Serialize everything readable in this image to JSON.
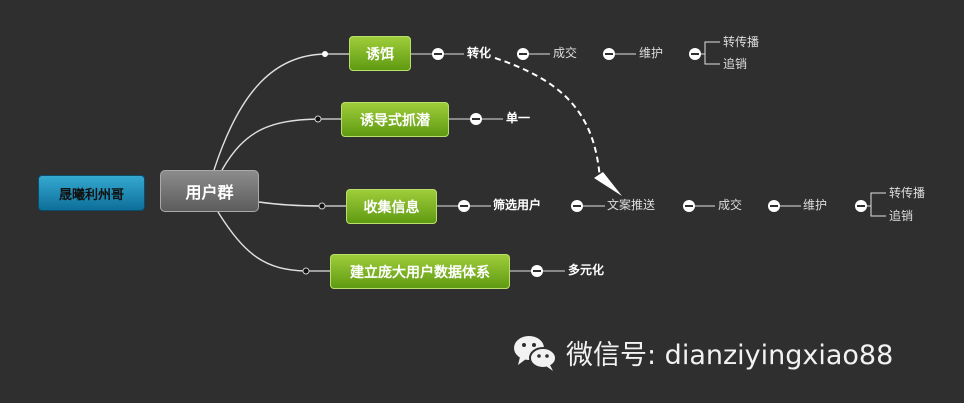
{
  "diagram": {
    "root": "晟曦利州哥",
    "center": "用户群",
    "branches": [
      {
        "label": "诱饵",
        "children": [
          "转化",
          "成交",
          "维护"
        ],
        "leaves": [
          "转传播",
          "追销"
        ]
      },
      {
        "label": "诱导式抓潜",
        "children": [
          "单一"
        ]
      },
      {
        "label": "收集信息",
        "children": [
          "筛选用户",
          "文案推送",
          "成交",
          "维护"
        ],
        "leaves": [
          "转传播",
          "追销"
        ]
      },
      {
        "label": "建立庞大用户数据体系",
        "children": [
          "多元化"
        ]
      }
    ]
  },
  "watermark": {
    "text": "微信号: dianziyingxiao88",
    "icon": "wechat-icon"
  },
  "colors": {
    "background": "#2f2f2f",
    "root_node": "#1b8fbb",
    "center_node": "#737373",
    "branch_node": "#7db627",
    "connector": "#e0e0e0"
  }
}
